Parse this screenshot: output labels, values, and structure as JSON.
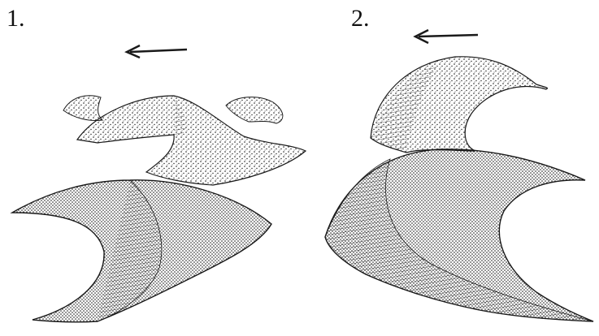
{
  "panels": [
    {
      "number": "1.",
      "arrow_direction": "left"
    },
    {
      "number": "2.",
      "arrow_direction": "left"
    }
  ],
  "colors": {
    "ink": "#1a1a1a",
    "paper": "#ffffff"
  }
}
